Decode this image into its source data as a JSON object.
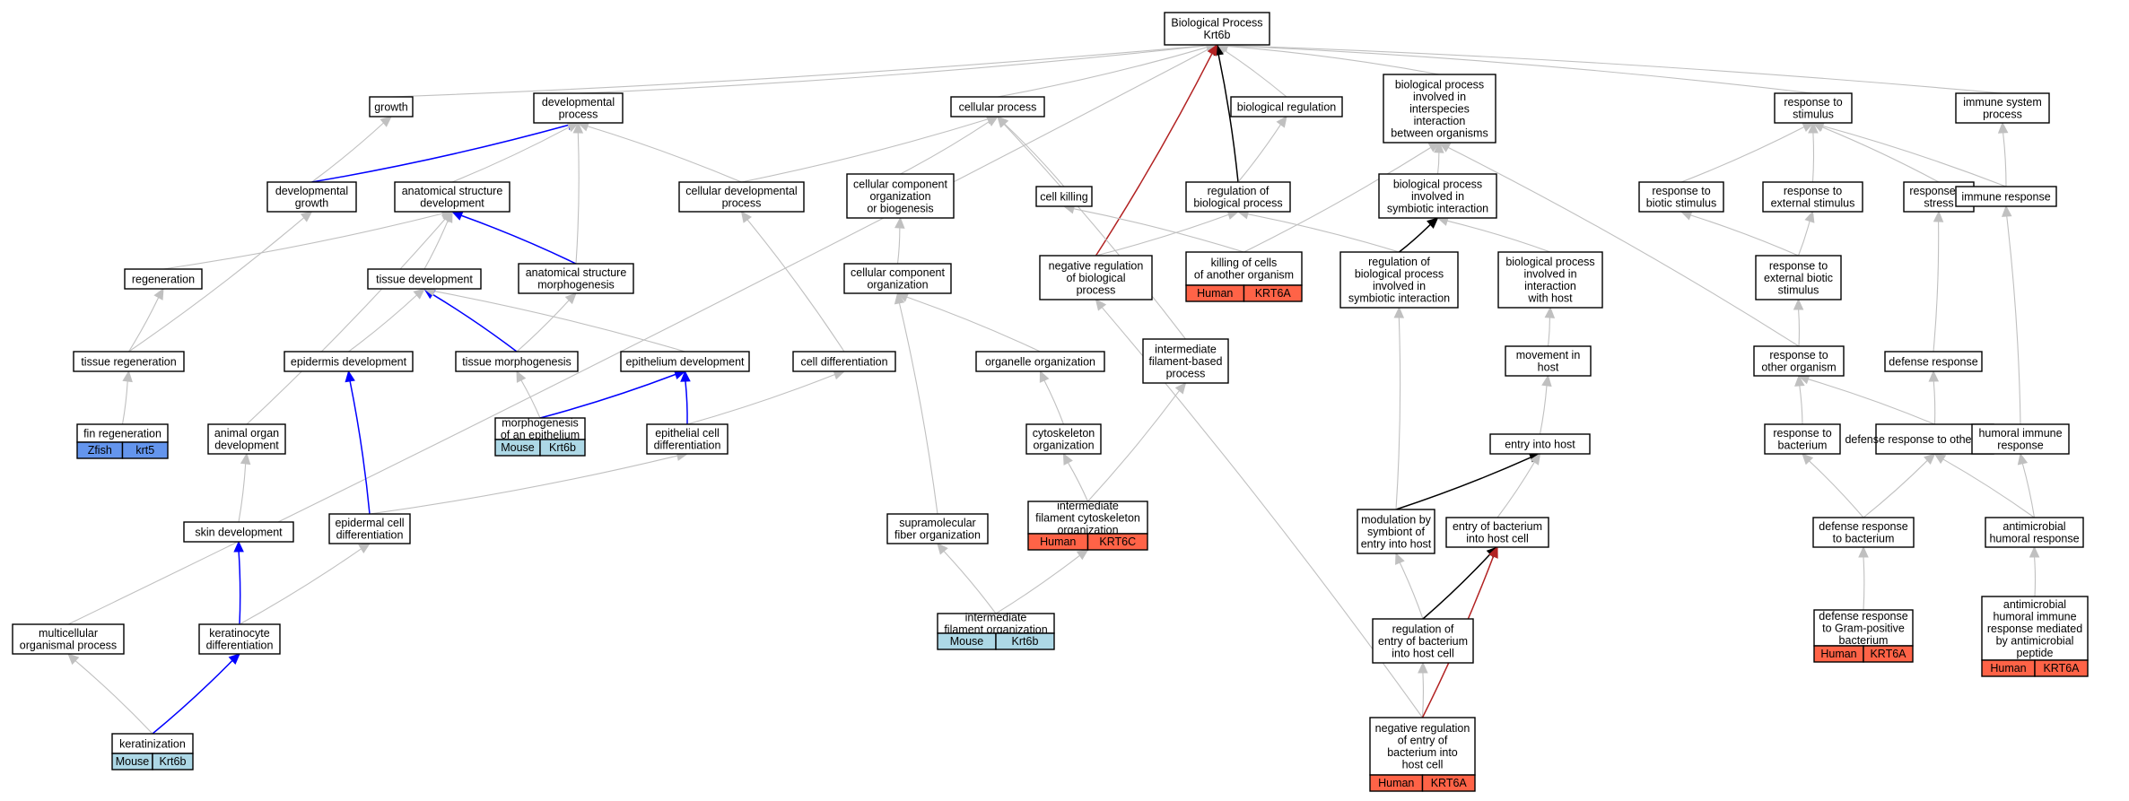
{
  "colors": {
    "edge_gray": "#c0c0c0",
    "edge_blue": "#0000ff",
    "edge_black": "#000000",
    "edge_red": "#b22222",
    "human": "#ff6347",
    "mouse": "#add8e6",
    "zfish": "#6495ed"
  },
  "nodes": [
    {
      "id": "bp",
      "label": [
        "Biological Process",
        "Krt6b"
      ]
    },
    {
      "id": "growth",
      "label": [
        "growth"
      ]
    },
    {
      "id": "devproc",
      "label": [
        "developmental",
        "process"
      ]
    },
    {
      "id": "cellproc",
      "label": [
        "cellular process"
      ]
    },
    {
      "id": "bioreg",
      "label": [
        "biological regulation"
      ]
    },
    {
      "id": "interspecies",
      "label": [
        "biological process",
        "involved in",
        "interspecies",
        "interaction",
        "between organisms"
      ]
    },
    {
      "id": "respstim",
      "label": [
        "response to",
        "stimulus"
      ]
    },
    {
      "id": "immsys",
      "label": [
        "immune system",
        "process"
      ]
    },
    {
      "id": "devgrowth",
      "label": [
        "developmental",
        "growth"
      ]
    },
    {
      "id": "asdev",
      "label": [
        "anatomical structure",
        "development"
      ]
    },
    {
      "id": "celldevproc",
      "label": [
        "cellular developmental",
        "process"
      ]
    },
    {
      "id": "ccorgbio",
      "label": [
        "cellular component",
        "organization",
        "or biogenesis"
      ]
    },
    {
      "id": "cellkilling",
      "label": [
        "cell killing"
      ]
    },
    {
      "id": "regbp",
      "label": [
        "regulation of",
        "biological process"
      ]
    },
    {
      "id": "symbiotic",
      "label": [
        "biological process",
        "involved in",
        "symbiotic interaction"
      ]
    },
    {
      "id": "respbiotic",
      "label": [
        "response to",
        "biotic stimulus"
      ]
    },
    {
      "id": "respext",
      "label": [
        "response to",
        "external stimulus"
      ]
    },
    {
      "id": "respstress",
      "label": [
        "response to",
        "stress"
      ]
    },
    {
      "id": "immresp",
      "label": [
        "immune response"
      ]
    },
    {
      "id": "regeneration",
      "label": [
        "regeneration"
      ]
    },
    {
      "id": "tissuedev",
      "label": [
        "tissue development"
      ]
    },
    {
      "id": "asmorph",
      "label": [
        "anatomical structure",
        "morphogenesis"
      ]
    },
    {
      "id": "ccorg",
      "label": [
        "cellular component",
        "organization"
      ]
    },
    {
      "id": "negregbp",
      "label": [
        "negative regulation",
        "of biological",
        "process"
      ]
    },
    {
      "id": "killing",
      "label": [
        "killing of cells",
        "of another organism"
      ],
      "tags": [
        {
          "sp": "Human",
          "gene": "KRT6A"
        }
      ]
    },
    {
      "id": "regsymb",
      "label": [
        "regulation of",
        "biological process",
        "involved in",
        "symbiotic interaction"
      ]
    },
    {
      "id": "bpinteract",
      "label": [
        "biological process",
        "involved in",
        "interaction",
        "with host"
      ]
    },
    {
      "id": "respextbiotic",
      "label": [
        "response to",
        "external biotic",
        "stimulus"
      ]
    },
    {
      "id": "tissueregen",
      "label": [
        "tissue regeneration"
      ]
    },
    {
      "id": "epidev",
      "label": [
        "epidermis development"
      ]
    },
    {
      "id": "tissuemorph",
      "label": [
        "tissue morphogenesis"
      ]
    },
    {
      "id": "epithdev",
      "label": [
        "epithelium development"
      ]
    },
    {
      "id": "celldiff",
      "label": [
        "cell differentiation"
      ]
    },
    {
      "id": "organelle",
      "label": [
        "organelle organization"
      ]
    },
    {
      "id": "ifproc",
      "label": [
        "intermediate",
        "filament-based",
        "process"
      ]
    },
    {
      "id": "movhost",
      "label": [
        "movement in",
        "host"
      ]
    },
    {
      "id": "respother",
      "label": [
        "response to",
        "other organism"
      ]
    },
    {
      "id": "defresp",
      "label": [
        "defense response"
      ]
    },
    {
      "id": "finregen",
      "label": [
        "fin regeneration"
      ],
      "tags": [
        {
          "sp": "Zfish",
          "gene": "krt5"
        }
      ]
    },
    {
      "id": "animalorgan",
      "label": [
        "animal organ",
        "development"
      ]
    },
    {
      "id": "morphepi",
      "label": [
        "morphogenesis",
        "of an epithelium"
      ],
      "tags": [
        {
          "sp": "Mouse",
          "gene": "Krt6b"
        }
      ]
    },
    {
      "id": "epicelldiff",
      "label": [
        "epithelial cell",
        "differentiation"
      ]
    },
    {
      "id": "cytoorg",
      "label": [
        "cytoskeleton",
        "organization"
      ]
    },
    {
      "id": "entryhost",
      "label": [
        "entry into host"
      ]
    },
    {
      "id": "respbact",
      "label": [
        "response to",
        "bacterium"
      ]
    },
    {
      "id": "defother",
      "label": [
        "defense response to other organism"
      ]
    },
    {
      "id": "humoral",
      "label": [
        "humoral immune",
        "response"
      ]
    },
    {
      "id": "skindev",
      "label": [
        "skin development"
      ]
    },
    {
      "id": "epidcelldiff",
      "label": [
        "epidermal cell",
        "differentiation"
      ]
    },
    {
      "id": "supramol",
      "label": [
        "supramolecular",
        "fiber organization"
      ]
    },
    {
      "id": "ifcyto",
      "label": [
        "intermediate",
        "filament cytoskeleton",
        "organization"
      ],
      "tags": [
        {
          "sp": "Human",
          "gene": "KRT6C"
        }
      ]
    },
    {
      "id": "modsymb",
      "label": [
        "modulation by",
        "symbiont of",
        "entry into host"
      ]
    },
    {
      "id": "entrybact",
      "label": [
        "entry of bacterium",
        "into host cell"
      ]
    },
    {
      "id": "defbact",
      "label": [
        "defense response",
        "to bacterium"
      ]
    },
    {
      "id": "antimicro",
      "label": [
        "antimicrobial",
        "humoral response"
      ]
    },
    {
      "id": "multicell",
      "label": [
        "multicellular",
        "organismal process"
      ]
    },
    {
      "id": "keratino",
      "label": [
        "keratinocyte",
        "differentiation"
      ]
    },
    {
      "id": "iforg",
      "label": [
        "intermediate",
        "filament organization"
      ],
      "tags": [
        {
          "sp": "Mouse",
          "gene": "Krt6b"
        }
      ]
    },
    {
      "id": "regentry",
      "label": [
        "regulation of",
        "entry of bacterium",
        "into host cell"
      ]
    },
    {
      "id": "defgram",
      "label": [
        "defense response",
        "to Gram-positive",
        "bacterium"
      ],
      "tags": [
        {
          "sp": "Human",
          "gene": "KRT6A"
        }
      ]
    },
    {
      "id": "antimicropep",
      "label": [
        "antimicrobial",
        "humoral immune",
        "response mediated",
        "by antimicrobial",
        "peptide"
      ],
      "tags": [
        {
          "sp": "Human",
          "gene": "KRT6A"
        }
      ]
    },
    {
      "id": "keratinization",
      "label": [
        "keratinization"
      ],
      "tags": [
        {
          "sp": "Mouse",
          "gene": "Krt6b"
        }
      ]
    },
    {
      "id": "negentry",
      "label": [
        "negative regulation",
        "of entry of",
        "bacterium into",
        "host cell"
      ],
      "tags": [
        {
          "sp": "Human",
          "gene": "KRT6A"
        }
      ]
    }
  ],
  "edges": [
    {
      "from": "growth",
      "to": "bp",
      "kind": "gray"
    },
    {
      "from": "devproc",
      "to": "bp",
      "kind": "gray"
    },
    {
      "from": "cellproc",
      "to": "bp",
      "kind": "gray"
    },
    {
      "from": "bioreg",
      "to": "bp",
      "kind": "gray"
    },
    {
      "from": "interspecies",
      "to": "bp",
      "kind": "gray"
    },
    {
      "from": "respstim",
      "to": "bp",
      "kind": "gray"
    },
    {
      "from": "immsys",
      "to": "bp",
      "kind": "gray"
    },
    {
      "from": "multicell",
      "to": "bp",
      "kind": "gray"
    },
    {
      "from": "regbp",
      "to": "bp",
      "kind": "black"
    },
    {
      "from": "negregbp",
      "to": "bp",
      "kind": "red"
    },
    {
      "from": "devgrowth",
      "to": "growth",
      "kind": "gray"
    },
    {
      "from": "devgrowth",
      "to": "devproc",
      "kind": "blue"
    },
    {
      "from": "asdev",
      "to": "devproc",
      "kind": "gray"
    },
    {
      "from": "asmorph",
      "to": "devproc",
      "kind": "gray"
    },
    {
      "from": "celldevproc",
      "to": "devproc",
      "kind": "gray"
    },
    {
      "from": "celldevproc",
      "to": "cellproc",
      "kind": "gray"
    },
    {
      "from": "ccorgbio",
      "to": "cellproc",
      "kind": "gray"
    },
    {
      "from": "cellkilling",
      "to": "cellproc",
      "kind": "gray"
    },
    {
      "from": "ifproc",
      "to": "cellproc",
      "kind": "gray"
    },
    {
      "from": "regbp",
      "to": "bioreg",
      "kind": "gray"
    },
    {
      "from": "symbiotic",
      "to": "interspecies",
      "kind": "gray"
    },
    {
      "from": "killing",
      "to": "interspecies",
      "kind": "gray"
    },
    {
      "from": "respbiotic",
      "to": "respstim",
      "kind": "gray"
    },
    {
      "from": "respext",
      "to": "respstim",
      "kind": "gray"
    },
    {
      "from": "respstress",
      "to": "respstim",
      "kind": "gray"
    },
    {
      "from": "immresp",
      "to": "respstim",
      "kind": "gray"
    },
    {
      "from": "immresp",
      "to": "immsys",
      "kind": "gray"
    },
    {
      "from": "respother",
      "to": "interspecies",
      "kind": "gray"
    },
    {
      "from": "regeneration",
      "to": "asdev",
      "kind": "gray"
    },
    {
      "from": "tissuedev",
      "to": "asdev",
      "kind": "gray"
    },
    {
      "from": "asmorph",
      "to": "asdev",
      "kind": "blue"
    },
    {
      "from": "animalorgan",
      "to": "asdev",
      "kind": "gray"
    },
    {
      "from": "tissueregen",
      "to": "devgrowth",
      "kind": "gray"
    },
    {
      "from": "ccorg",
      "to": "ccorgbio",
      "kind": "gray"
    },
    {
      "from": "negregbp",
      "to": "regbp",
      "kind": "gray"
    },
    {
      "from": "killing",
      "to": "cellkilling",
      "kind": "gray"
    },
    {
      "from": "regsymb",
      "to": "regbp",
      "kind": "gray"
    },
    {
      "from": "regsymb",
      "to": "symbiotic",
      "kind": "black"
    },
    {
      "from": "bpinteract",
      "to": "symbiotic",
      "kind": "gray"
    },
    {
      "from": "respextbiotic",
      "to": "respbiotic",
      "kind": "gray"
    },
    {
      "from": "respextbiotic",
      "to": "respext",
      "kind": "gray"
    },
    {
      "from": "defresp",
      "to": "respstress",
      "kind": "gray"
    },
    {
      "from": "humoral",
      "to": "immresp",
      "kind": "gray"
    },
    {
      "from": "tissueregen",
      "to": "regeneration",
      "kind": "gray"
    },
    {
      "from": "epidev",
      "to": "tissuedev",
      "kind": "gray"
    },
    {
      "from": "tissuemorph",
      "to": "tissuedev",
      "kind": "blue"
    },
    {
      "from": "epithdev",
      "to": "tissuedev",
      "kind": "gray"
    },
    {
      "from": "tissuemorph",
      "to": "asmorph",
      "kind": "gray"
    },
    {
      "from": "organelle",
      "to": "ccorg",
      "kind": "gray"
    },
    {
      "from": "supramol",
      "to": "ccorg",
      "kind": "gray"
    },
    {
      "from": "celldiff",
      "to": "celldevproc",
      "kind": "gray"
    },
    {
      "from": "negentry",
      "to": "negregbp",
      "kind": "gray"
    },
    {
      "from": "movhost",
      "to": "bpinteract",
      "kind": "gray"
    },
    {
      "from": "respother",
      "to": "respextbiotic",
      "kind": "gray"
    },
    {
      "from": "finregen",
      "to": "tissueregen",
      "kind": "gray"
    },
    {
      "from": "morphepi",
      "to": "tissuemorph",
      "kind": "gray"
    },
    {
      "from": "morphepi",
      "to": "epithdev",
      "kind": "blue"
    },
    {
      "from": "epicelldiff",
      "to": "epithdev",
      "kind": "blue"
    },
    {
      "from": "epicelldiff",
      "to": "celldiff",
      "kind": "gray"
    },
    {
      "from": "cytoorg",
      "to": "organelle",
      "kind": "gray"
    },
    {
      "from": "entryhost",
      "to": "movhost",
      "kind": "gray"
    },
    {
      "from": "respbact",
      "to": "respother",
      "kind": "gray"
    },
    {
      "from": "defother",
      "to": "respother",
      "kind": "gray"
    },
    {
      "from": "defother",
      "to": "defresp",
      "kind": "gray"
    },
    {
      "from": "skindev",
      "to": "animalorgan",
      "kind": "gray"
    },
    {
      "from": "epidcelldiff",
      "to": "epidev",
      "kind": "blue"
    },
    {
      "from": "epidcelldiff",
      "to": "epicelldiff",
      "kind": "gray"
    },
    {
      "from": "ifcyto",
      "to": "cytoorg",
      "kind": "gray"
    },
    {
      "from": "ifcyto",
      "to": "ifproc",
      "kind": "gray"
    },
    {
      "from": "modsymb",
      "to": "entryhost",
      "kind": "black"
    },
    {
      "from": "modsymb",
      "to": "regsymb",
      "kind": "gray"
    },
    {
      "from": "entrybact",
      "to": "entryhost",
      "kind": "gray"
    },
    {
      "from": "defbact",
      "to": "respbact",
      "kind": "gray"
    },
    {
      "from": "defbact",
      "to": "defother",
      "kind": "gray"
    },
    {
      "from": "antimicro",
      "to": "defother",
      "kind": "gray"
    },
    {
      "from": "antimicro",
      "to": "humoral",
      "kind": "gray"
    },
    {
      "from": "keratino",
      "to": "skindev",
      "kind": "blue"
    },
    {
      "from": "keratino",
      "to": "epidcelldiff",
      "kind": "gray"
    },
    {
      "from": "iforg",
      "to": "supramol",
      "kind": "gray"
    },
    {
      "from": "iforg",
      "to": "ifcyto",
      "kind": "gray"
    },
    {
      "from": "regentry",
      "to": "modsymb",
      "kind": "gray"
    },
    {
      "from": "regentry",
      "to": "entrybact",
      "kind": "black"
    },
    {
      "from": "defgram",
      "to": "defbact",
      "kind": "gray"
    },
    {
      "from": "antimicropep",
      "to": "antimicro",
      "kind": "gray"
    },
    {
      "from": "keratinization",
      "to": "keratino",
      "kind": "blue"
    },
    {
      "from": "keratinization",
      "to": "multicell",
      "kind": "gray"
    },
    {
      "from": "negentry",
      "to": "regentry",
      "kind": "gray"
    },
    {
      "from": "negentry",
      "to": "entrybact",
      "kind": "red"
    }
  ]
}
